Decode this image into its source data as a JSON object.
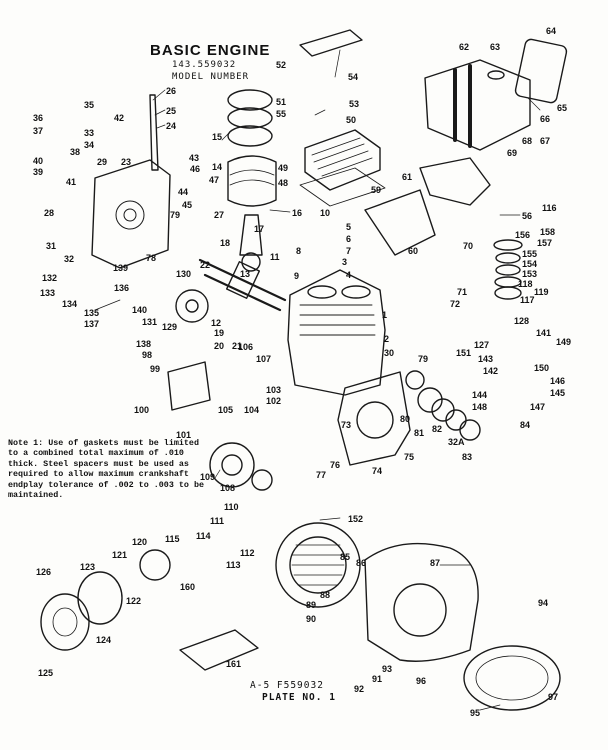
{
  "header": {
    "title": "BASIC ENGINE",
    "model_number": "143.559032",
    "model_label": "MODEL NUMBER"
  },
  "note": "Note 1: Use of gaskets must be limited to a combined total maximum of .010 thick. Steel spacers must be used as required to allow maximum crankshaft endplay tolerance of .002 to .003 to be maintained.",
  "footer": {
    "ref": "A-5    F559032",
    "plate": "PLATE NO. 1"
  },
  "callouts": [
    "26",
    "25",
    "24",
    "35",
    "36",
    "37",
    "33",
    "34",
    "38",
    "42",
    "40",
    "39",
    "41",
    "29",
    "23",
    "28",
    "31",
    "32",
    "139",
    "132",
    "133",
    "134",
    "135",
    "136",
    "137",
    "138",
    "15",
    "14",
    "47",
    "46",
    "43",
    "44",
    "45",
    "79",
    "27",
    "78",
    "18",
    "17",
    "19",
    "20",
    "21",
    "22",
    "13",
    "11",
    "12",
    "130",
    "140",
    "131",
    "129",
    "16",
    "10",
    "5",
    "8",
    "9",
    "3",
    "1",
    "2",
    "6",
    "7",
    "4",
    "52",
    "51",
    "55",
    "50",
    "53",
    "54",
    "49",
    "48",
    "59",
    "60",
    "56",
    "62",
    "63",
    "64",
    "65",
    "66",
    "67",
    "68",
    "69",
    "61",
    "116",
    "156",
    "157",
    "158",
    "155",
    "154",
    "153",
    "118",
    "119",
    "117",
    "70",
    "71",
    "72",
    "128",
    "141",
    "149",
    "127",
    "151",
    "143",
    "150",
    "146",
    "145",
    "147",
    "142",
    "144",
    "148",
    "84",
    "83",
    "32A",
    "82",
    "81",
    "80",
    "79",
    "30",
    "73",
    "76",
    "77",
    "74",
    "75",
    "98",
    "99",
    "100",
    "101",
    "106",
    "107",
    "103",
    "102",
    "104",
    "105",
    "108",
    "109",
    "110",
    "111",
    "112",
    "113",
    "114",
    "115",
    "120",
    "121",
    "122",
    "123",
    "124",
    "125",
    "126",
    "160",
    "152",
    "85",
    "86",
    "87",
    "88",
    "89",
    "90",
    "91",
    "92",
    "93",
    "94",
    "95",
    "96",
    "97",
    "161"
  ]
}
